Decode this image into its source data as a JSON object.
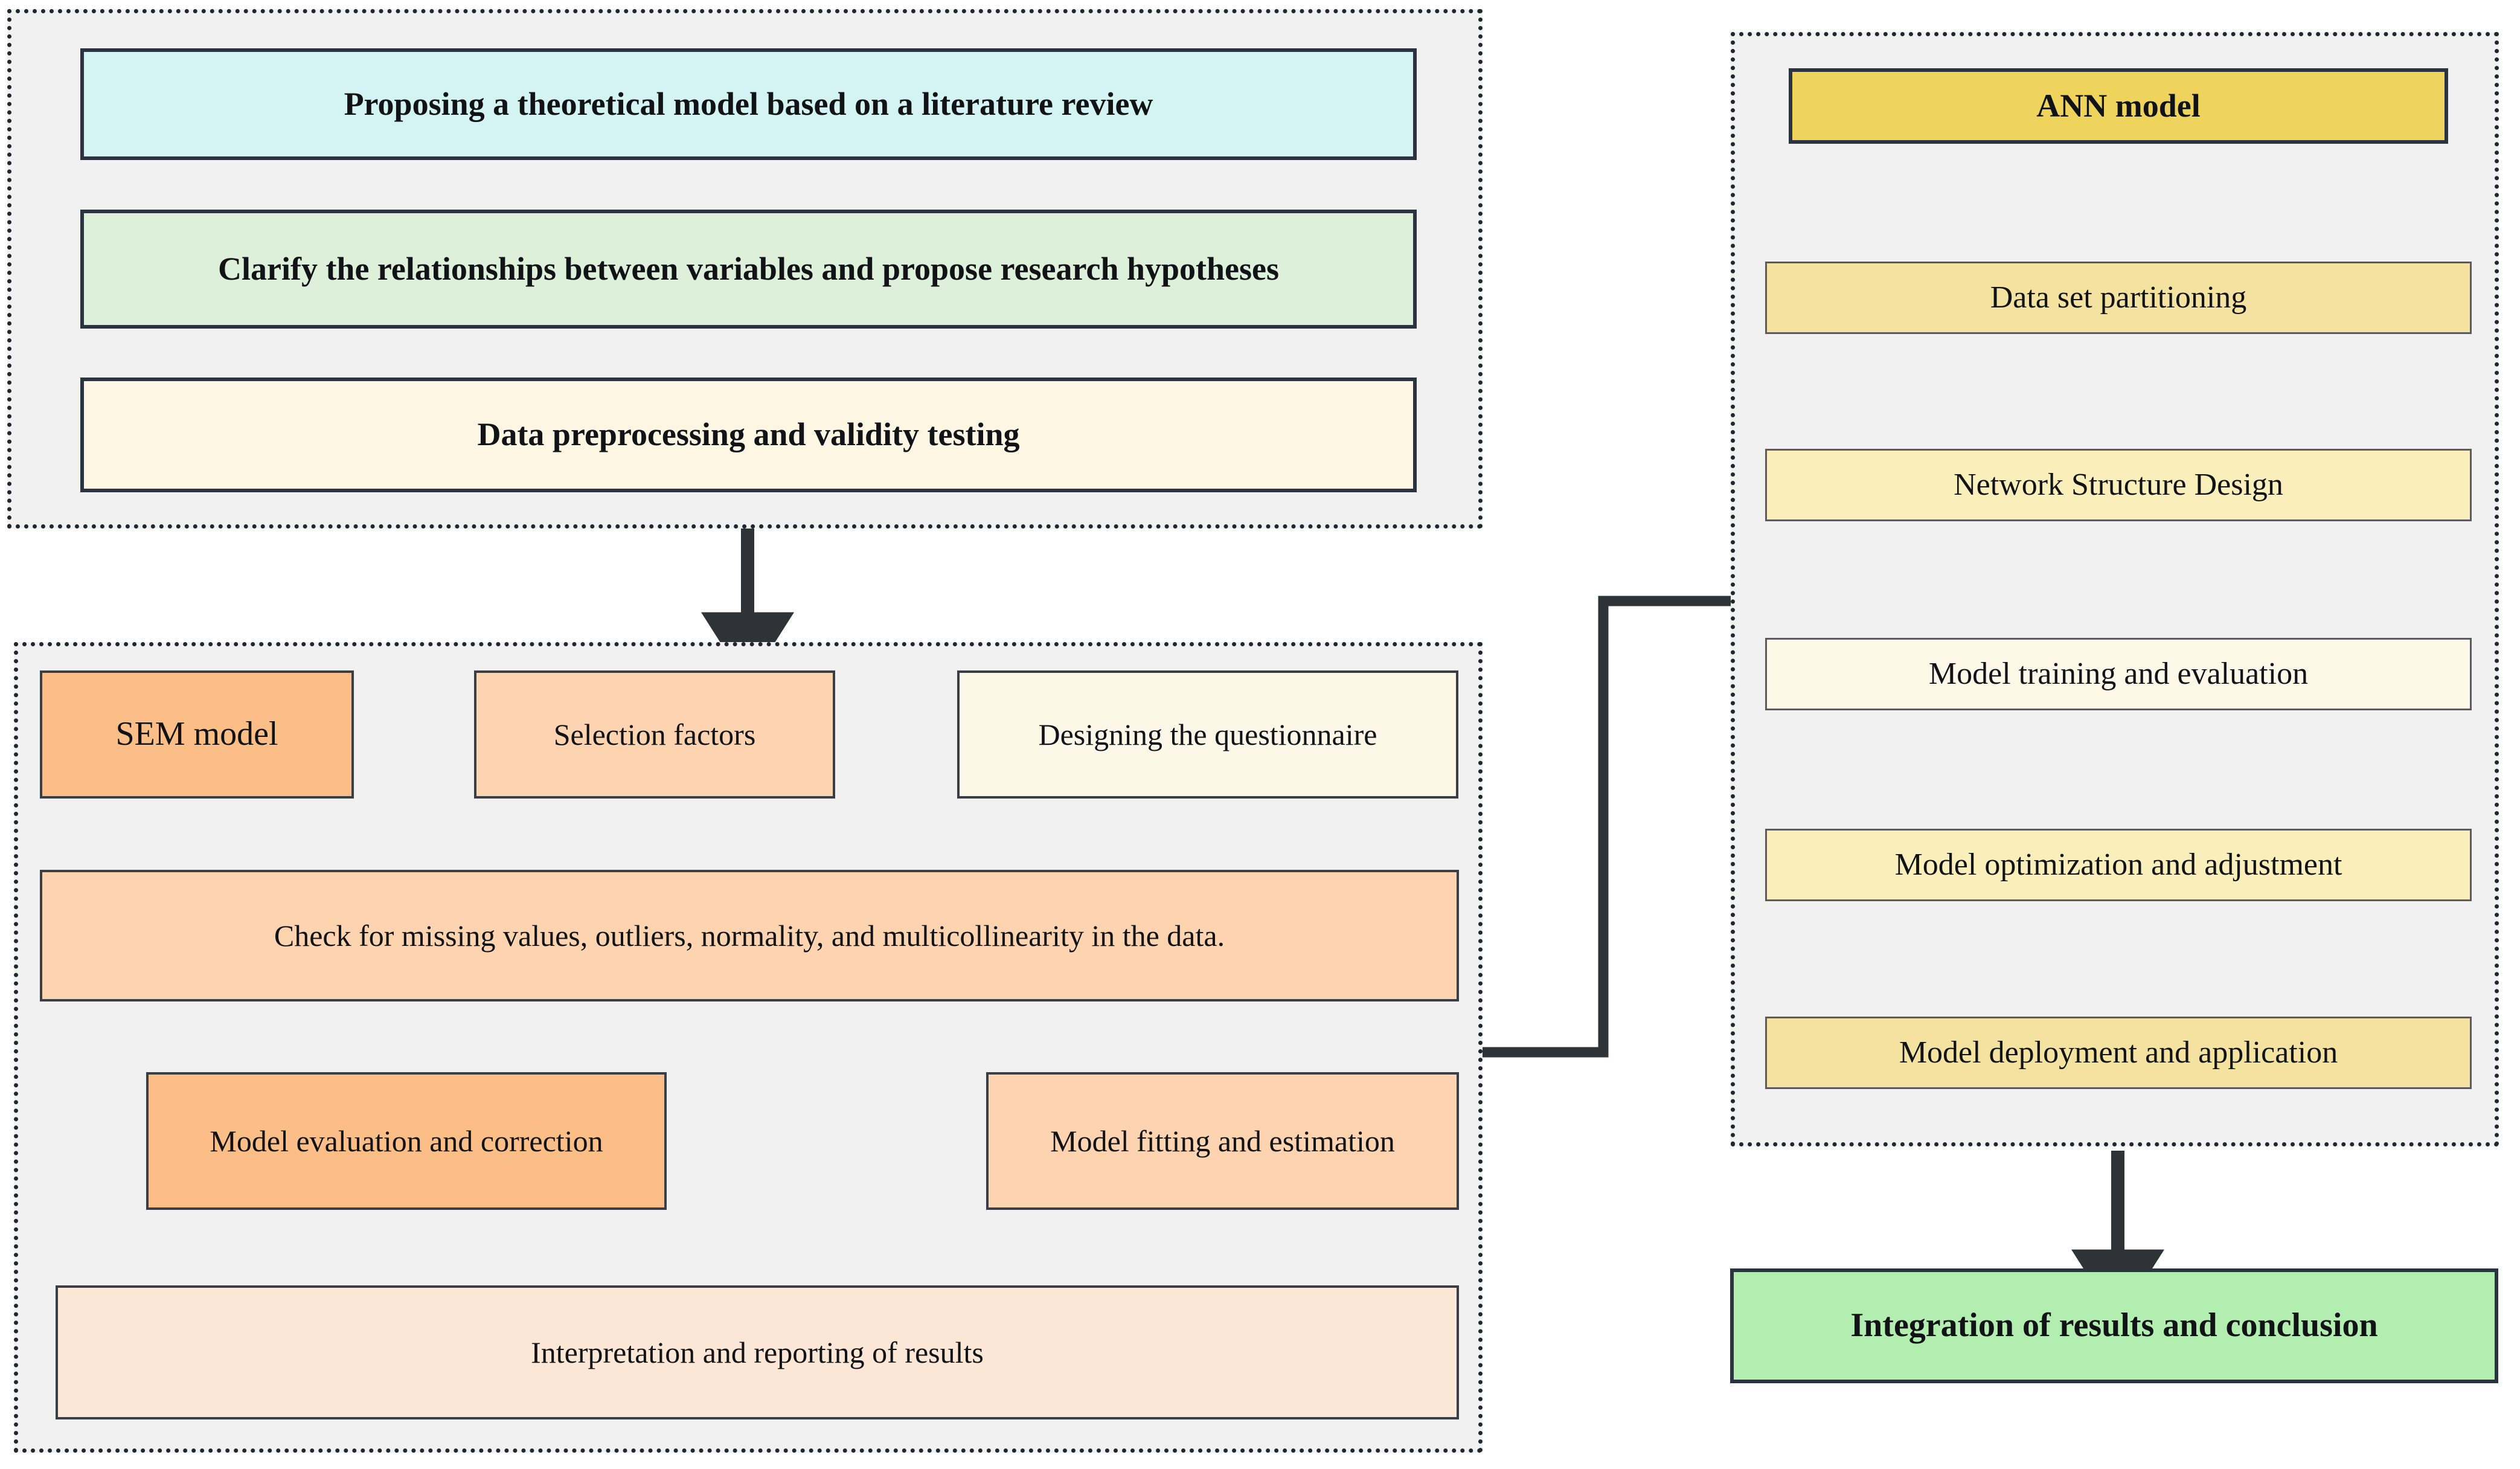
{
  "diagram": {
    "title": "Research methodology flowchart: SEM and ANN modelling pipeline",
    "colors": {
      "group_fill": "#f1f1f2",
      "group_border": "#23272b",
      "arrow": "#2f3337",
      "text": "#111316",
      "theory_cyan": "#d3f4f2",
      "theory_green": "#dcf0da",
      "theory_cream": "#fdf6e3",
      "sem_orange_dark": "#fcbe87",
      "sem_orange_mid": "#fdd3b0",
      "sem_orange_light": "#fbe3cd",
      "sem_cream": "#fdf7e8",
      "sem_peach": "#fce7d6",
      "ann_gold": "#eed35c",
      "ann_yellow_dark": "#f4e3a0",
      "ann_yellow_mid": "#faeebb",
      "ann_cream": "#fdf8e8",
      "conclusion_green": "#b3eeb1"
    }
  },
  "groups": [
    {
      "id": "theory-group",
      "name": "theoretical-foundation-group"
    },
    {
      "id": "sem-group",
      "name": "sem-model-group"
    },
    {
      "id": "ann-group",
      "name": "ann-model-group"
    }
  ],
  "theory": {
    "nodes": [
      {
        "label": "Proposing a theoretical model based on a literature review",
        "fill": "#d3f4f2",
        "bold": true
      },
      {
        "label": "Clarify the relationships between variables and propose research hypotheses",
        "fill": "#dcf0da",
        "bold": true
      },
      {
        "label": "Data preprocessing and validity testing",
        "fill": "#fdf6e3",
        "bold": true
      }
    ]
  },
  "sem": {
    "nodes": [
      {
        "label": "SEM model",
        "fill": "#fcbe87",
        "bold": true
      },
      {
        "label": "Selection factors",
        "fill": "#fdd3b0",
        "bold": false
      },
      {
        "label": "Designing the questionnaire",
        "fill": "#fdf7e8",
        "bold": false
      },
      {
        "label": "Check for missing values, outliers, normality, and multicollinearity in the data.",
        "fill": "#fdd3b0",
        "bold": false
      },
      {
        "label": "Model evaluation and correction",
        "fill": "#fcbe87",
        "bold": false
      },
      {
        "label": "Model fitting and estimation",
        "fill": "#fdd3b0",
        "bold": false
      },
      {
        "label": "Interpretation and reporting of results",
        "fill": "#fce7d6",
        "bold": false
      }
    ]
  },
  "ann": {
    "nodes": [
      {
        "label": "ANN model",
        "fill": "#eed35c",
        "bold": true
      },
      {
        "label": "Data set partitioning",
        "fill": "#f4e3a0",
        "bold": false
      },
      {
        "label": "Network Structure Design",
        "fill": "#faeebb",
        "bold": false
      },
      {
        "label": "Model training and evaluation",
        "fill": "#fdf8e8",
        "bold": false
      },
      {
        "label": "Model optimization and adjustment",
        "fill": "#faeebb",
        "bold": false
      },
      {
        "label": "Model deployment and application",
        "fill": "#f4e3a0",
        "bold": false
      }
    ]
  },
  "conclusion": {
    "label": "Integration of results and conclusion",
    "fill": "#b3eeb1",
    "bold": true
  }
}
